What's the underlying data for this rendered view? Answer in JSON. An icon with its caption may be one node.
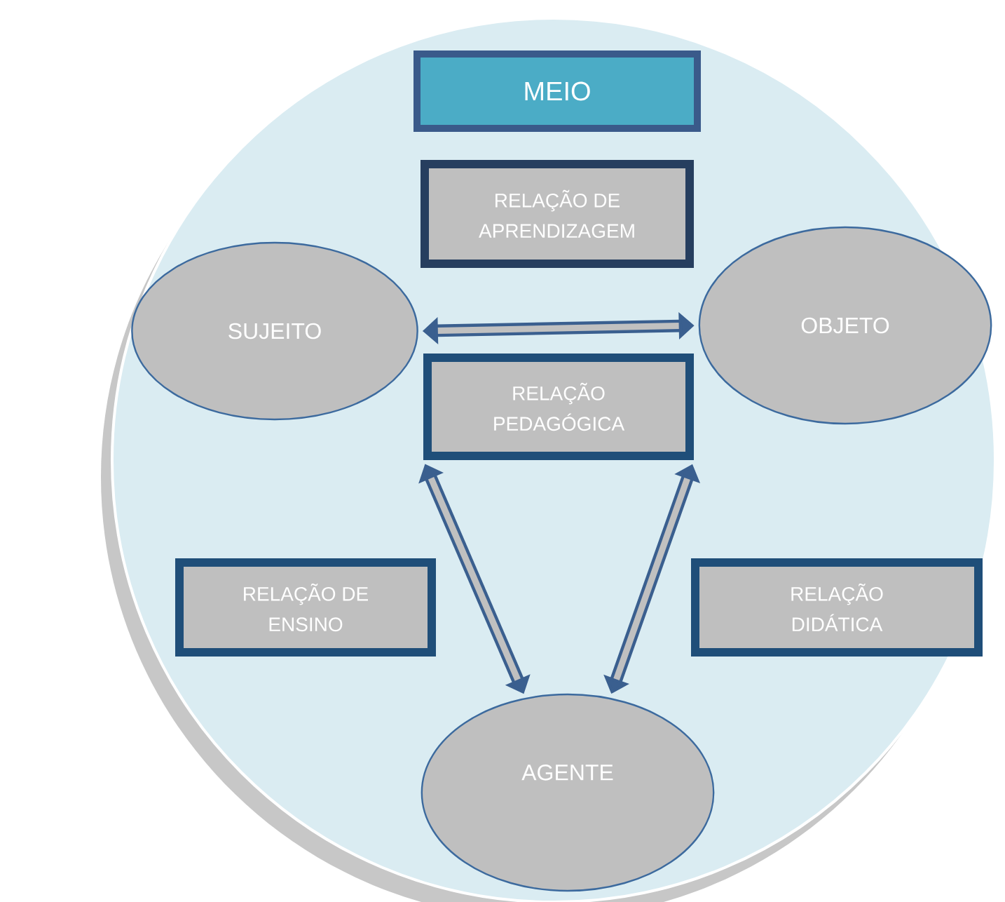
{
  "diagram": {
    "nodes": [
      {
        "text": [],
        "shape": "circle"
      },
      {
        "text": [
          "MEIO"
        ],
        "in": 0
      },
      {
        "text": [
          "RELAÇÃO DE APRENDIZAGEM"
        ],
        "in": 0
      },
      {
        "text": [
          "SUJEITO"
        ],
        "in": 0
      },
      {
        "text": [
          "OBJETO"
        ],
        "in": 0
      },
      {
        "text": [
          "RELAÇÃO PEDAGÓGICA"
        ],
        "in": 0
      },
      {
        "text": [
          "RELAÇÃO DE ENSINO"
        ],
        "in": 0
      },
      {
        "text": [
          "RELAÇÃO DIDÁTICA"
        ],
        "in": 0
      },
      {
        "text": [
          "AGENTE"
        ],
        "in": 0
      }
    ],
    "edges": [
      {
        "from": 3,
        "to": 4,
        "arrow": "both"
      },
      {
        "from": 5,
        "to": 8,
        "arrow": "both"
      },
      {
        "from": 5,
        "to": 8,
        "arrow": "both"
      }
    ]
  }
}
